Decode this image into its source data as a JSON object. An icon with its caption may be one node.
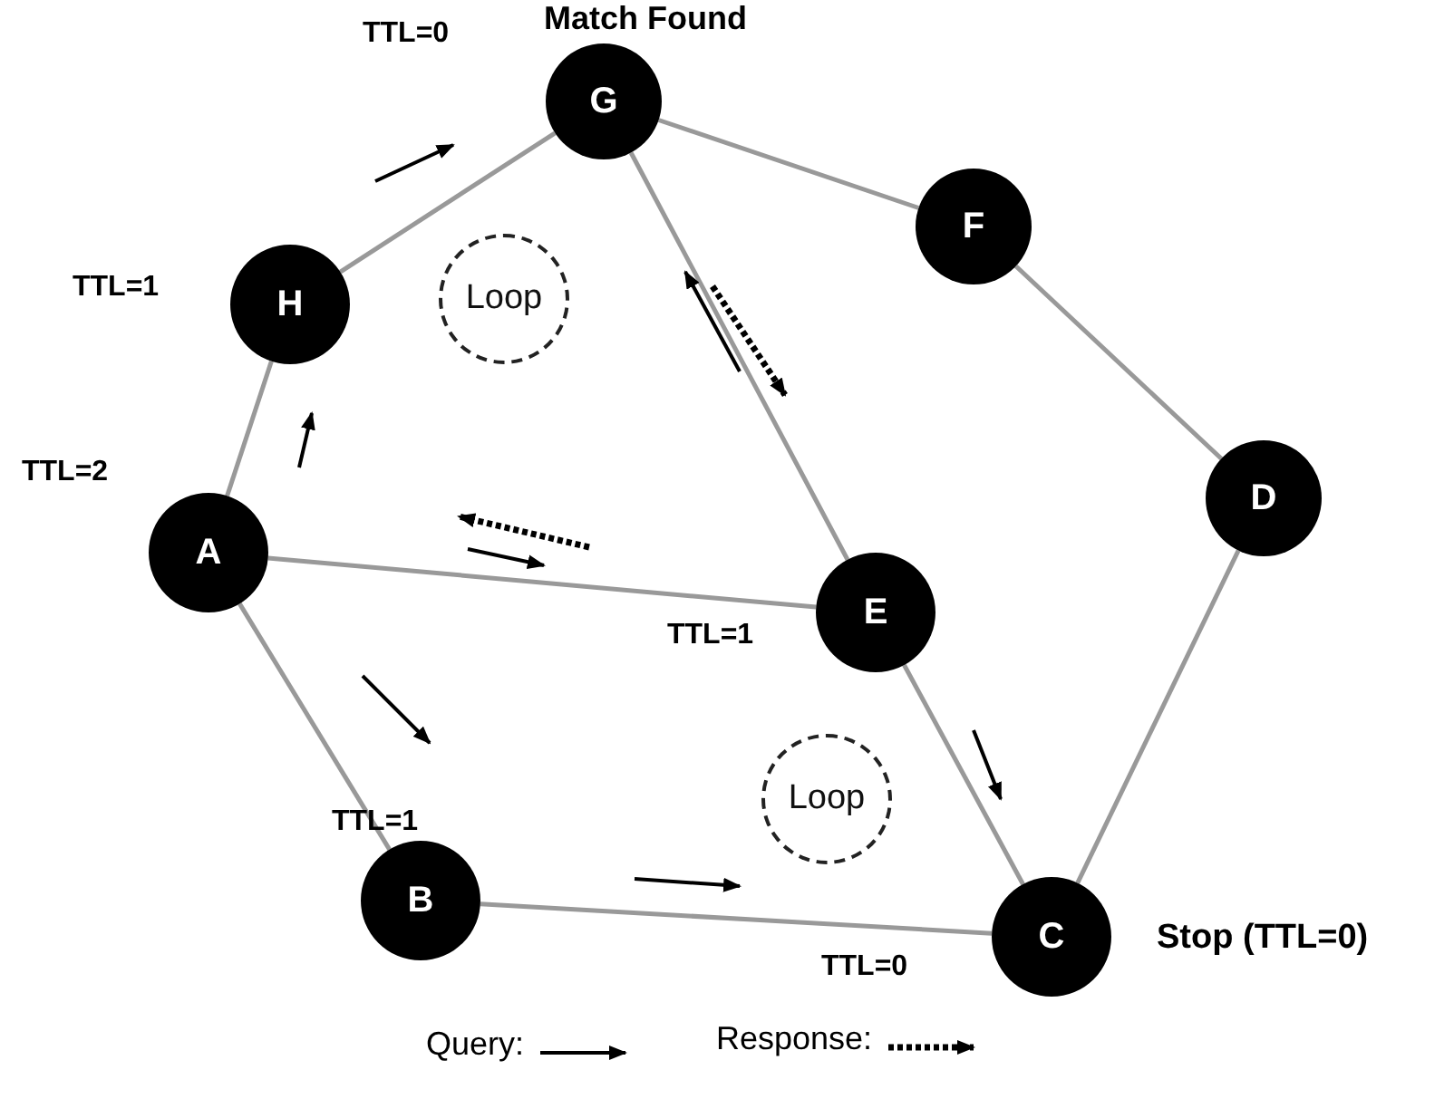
{
  "diagram": {
    "nodes": [
      {
        "text": [
          "G"
        ],
        "beside": [
          "Match Found",
          "TTL=0"
        ]
      },
      {
        "text": [
          "F"
        ]
      },
      {
        "text": [
          "H"
        ],
        "beside": [
          "TTL=1"
        ]
      },
      {
        "text": [
          "Loop"
        ]
      },
      {
        "text": [
          "A"
        ],
        "beside": [
          "TTL=2"
        ]
      },
      {
        "text": [
          "D"
        ]
      },
      {
        "text": [
          "E"
        ],
        "beside": [
          "TTL=1"
        ]
      },
      {
        "text": [
          "Loop"
        ]
      },
      {
        "text": [
          "B"
        ],
        "beside": [
          "TTL=1"
        ]
      },
      {
        "text": [
          "C"
        ],
        "beside": [
          "TTL=0",
          "Stop (TTL=0)"
        ]
      }
    ],
    "edges": [
      {
        "from": 2,
        "to": 0,
        "arrow": "none"
      },
      {
        "from": 0,
        "to": 1,
        "arrow": "none"
      },
      {
        "from": 1,
        "to": 5,
        "arrow": "none"
      },
      {
        "from": 4,
        "to": 2,
        "arrow": "none"
      },
      {
        "from": 4,
        "to": 6,
        "arrow": "none"
      },
      {
        "from": 0,
        "to": 6,
        "arrow": "none"
      },
      {
        "from": 5,
        "to": 9,
        "arrow": "none"
      },
      {
        "from": 4,
        "to": 8,
        "arrow": "none"
      },
      {
        "from": 6,
        "to": 9,
        "arrow": "none"
      },
      {
        "from": 8,
        "to": 9,
        "arrow": "none"
      }
    ],
    "legend": [
      {
        "text": "Query:"
      },
      {
        "text": "Response:"
      }
    ]
  }
}
